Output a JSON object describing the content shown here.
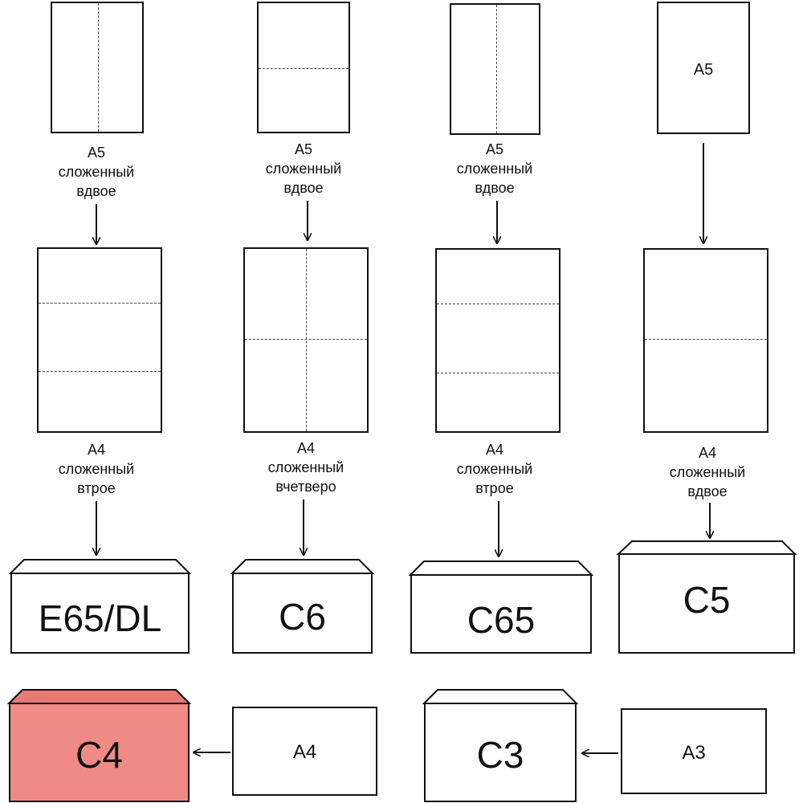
{
  "sheets": {
    "col1_top": "",
    "col2_top": "",
    "col3_top": "",
    "col4_top": "A5",
    "bottom_a4": "A4",
    "bottom_a3": "A3"
  },
  "captions": {
    "col1_a5": [
      "A5",
      "сложенный",
      "вдвое"
    ],
    "col2_a5": [
      "A5",
      "сложенный",
      "вдвое"
    ],
    "col3_a5": [
      "A5",
      "сложенный",
      "вдвое"
    ],
    "col1_a4": [
      "A4",
      "сложенный",
      "втрое"
    ],
    "col2_a4": [
      "A4",
      "сложенный",
      "вчетверо"
    ],
    "col3_a4": [
      "A4",
      "сложенный",
      "втрое"
    ],
    "col4_a4": [
      "A4",
      "сложенный",
      "вдвое"
    ]
  },
  "envelopes": {
    "e65dl": "E65/DL",
    "c6": "C6",
    "c65": "C65",
    "c5": "C5",
    "c4": "C4",
    "c3": "C3"
  },
  "colors": {
    "line": "#111111",
    "fold": "#444444",
    "c4_fill": "#f08a85",
    "c4_flap": "#e87a75"
  }
}
